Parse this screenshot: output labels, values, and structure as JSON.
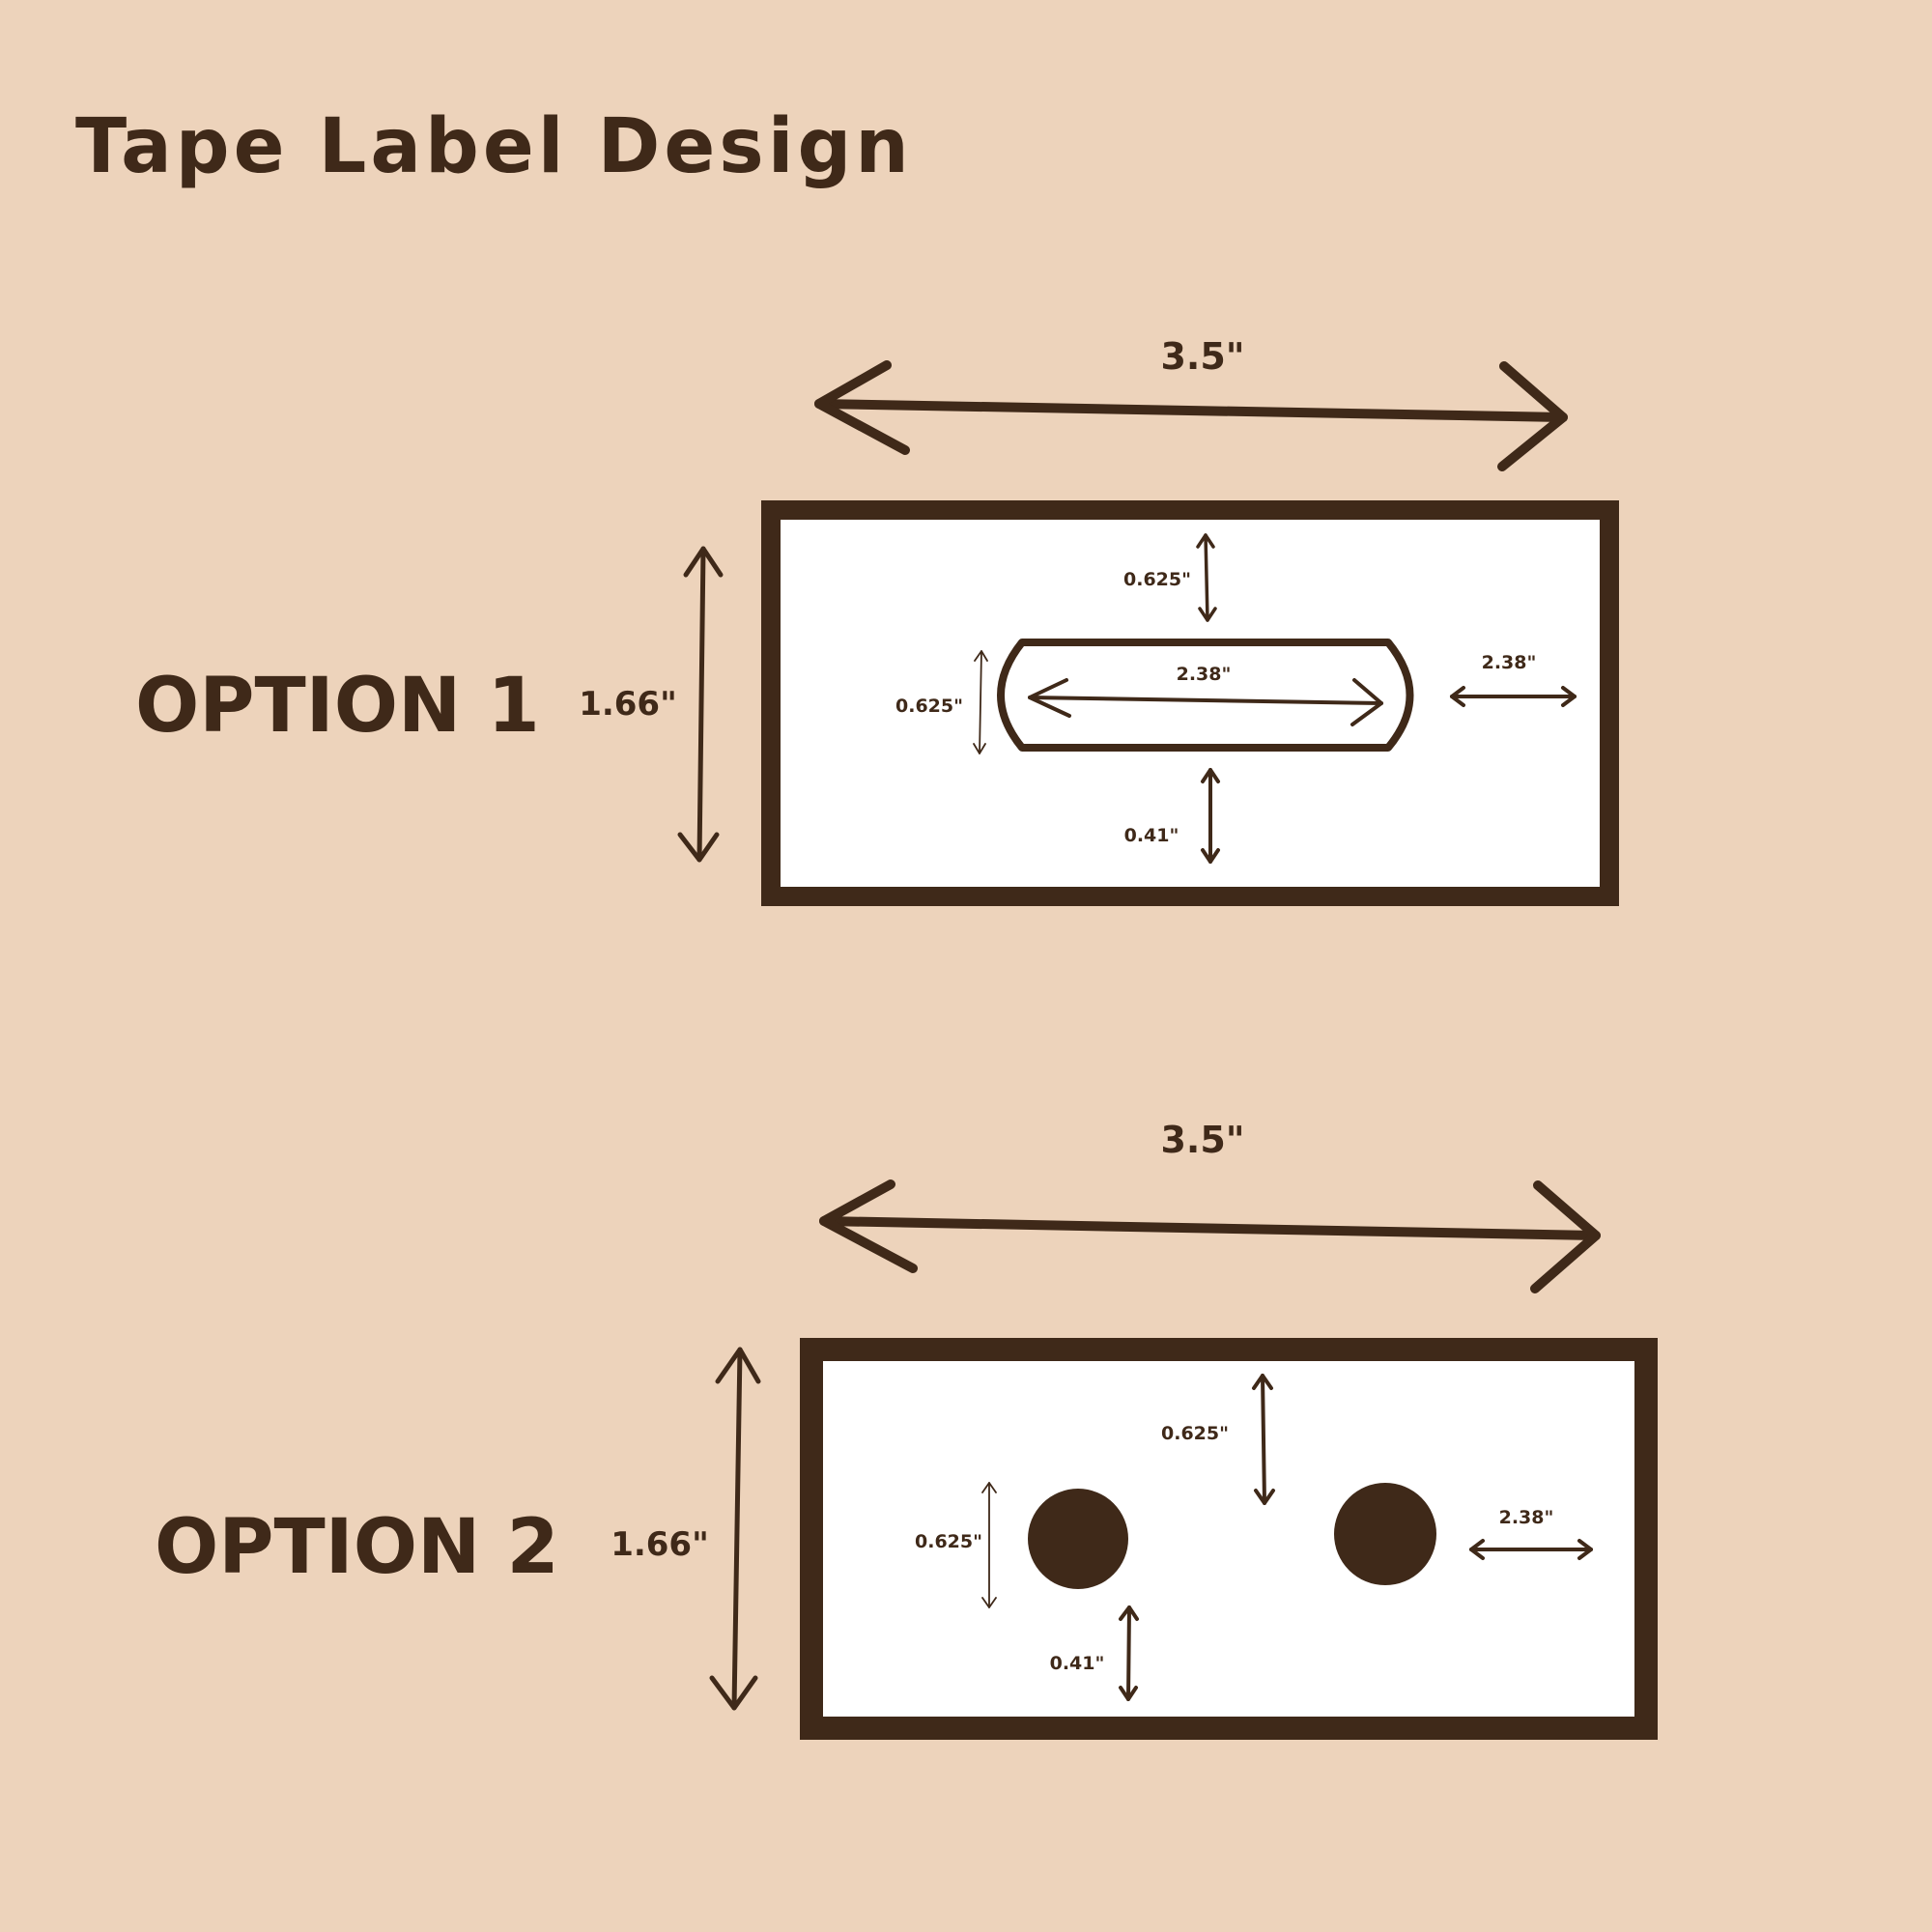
{
  "title": "Tape Label Design",
  "colors": {
    "background": "#edd3bb",
    "ink": "#3f2919",
    "paper": "#ffffff"
  },
  "option1": {
    "label": "OPTION 1",
    "width_label": "3.5\"",
    "height_label": "1.66\"",
    "top_gap_label": "0.625\"",
    "slot_length_label": "2.38\"",
    "slot_height_label": "0.625\"",
    "side_gap_label": "2.38\"",
    "bottom_gap_label": "0.41\""
  },
  "option2": {
    "label": "OPTION 2",
    "width_label": "3.5\"",
    "height_label": "1.66\"",
    "top_gap_label": "0.625\"",
    "hole_height_label": "0.625\"",
    "side_gap_label": "2.38\"",
    "bottom_gap_label": "0.41\""
  }
}
